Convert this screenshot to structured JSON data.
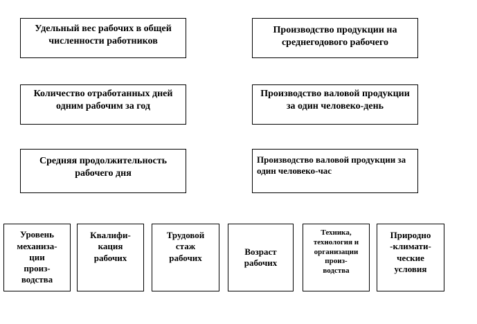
{
  "productivity_indicators": {
    "share_workers": "Удельный вес рабочих в общей численности работников",
    "days_worked": "Количество отработанных дней одним  рабочим  за год",
    "workday_duration": "Средняя продолжительность рабочего дня"
  },
  "output_indicators": {
    "output_per_worker": "Производство  продукции на среднегодового  рабочего",
    "output_per_day": "Производство  валовой продукции за один человеко-день",
    "output_per_hour": "Производство валовой продукции за один человеко-час"
  },
  "factors": {
    "mechanization": "Уровень\nмеханиза-\nции\nпроиз-\nводства",
    "qualification": "Квалифи-\nкация\nрабочих",
    "work_experience": "Трудовой\nстаж\nрабочих",
    "age": "Возраст\nрабочих",
    "technology": "Техника,\nтехнология и\nорганизации\nпроиз-\nводства",
    "climate": "Природно\n-климати-\nческие\nусловия"
  }
}
